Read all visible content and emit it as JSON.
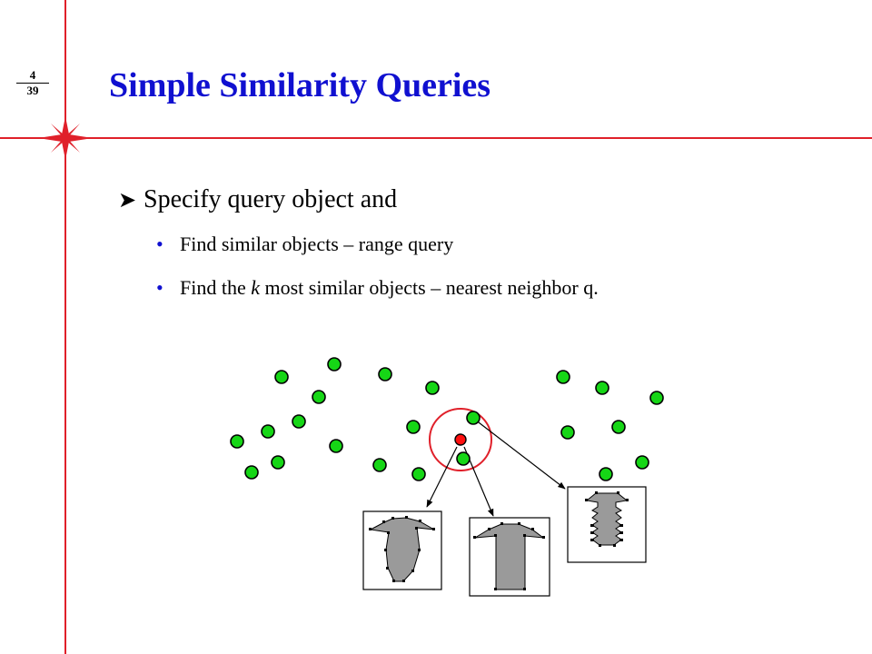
{
  "slide": {
    "page_current": "4",
    "page_total": "39",
    "title": "Simple Similarity Queries",
    "main_bullet": "Specify query object and",
    "sub_bullets": [
      {
        "before": "Find similar objects – range query",
        "italic": "",
        "after": ""
      },
      {
        "before": "Find the ",
        "italic": "k",
        "after": " most similar objects – nearest neighbor q."
      }
    ]
  },
  "colors": {
    "accent_red": "#e0202a",
    "title_blue": "#1010d0",
    "point_green": "#16d616",
    "query_red": "#ff1010",
    "shape_gray": "#9a9a9a"
  },
  "icons": {
    "main_bullet": "arrowhead-bullet",
    "sub_bullet": "dot-bullet",
    "decoration": "red-star"
  }
}
